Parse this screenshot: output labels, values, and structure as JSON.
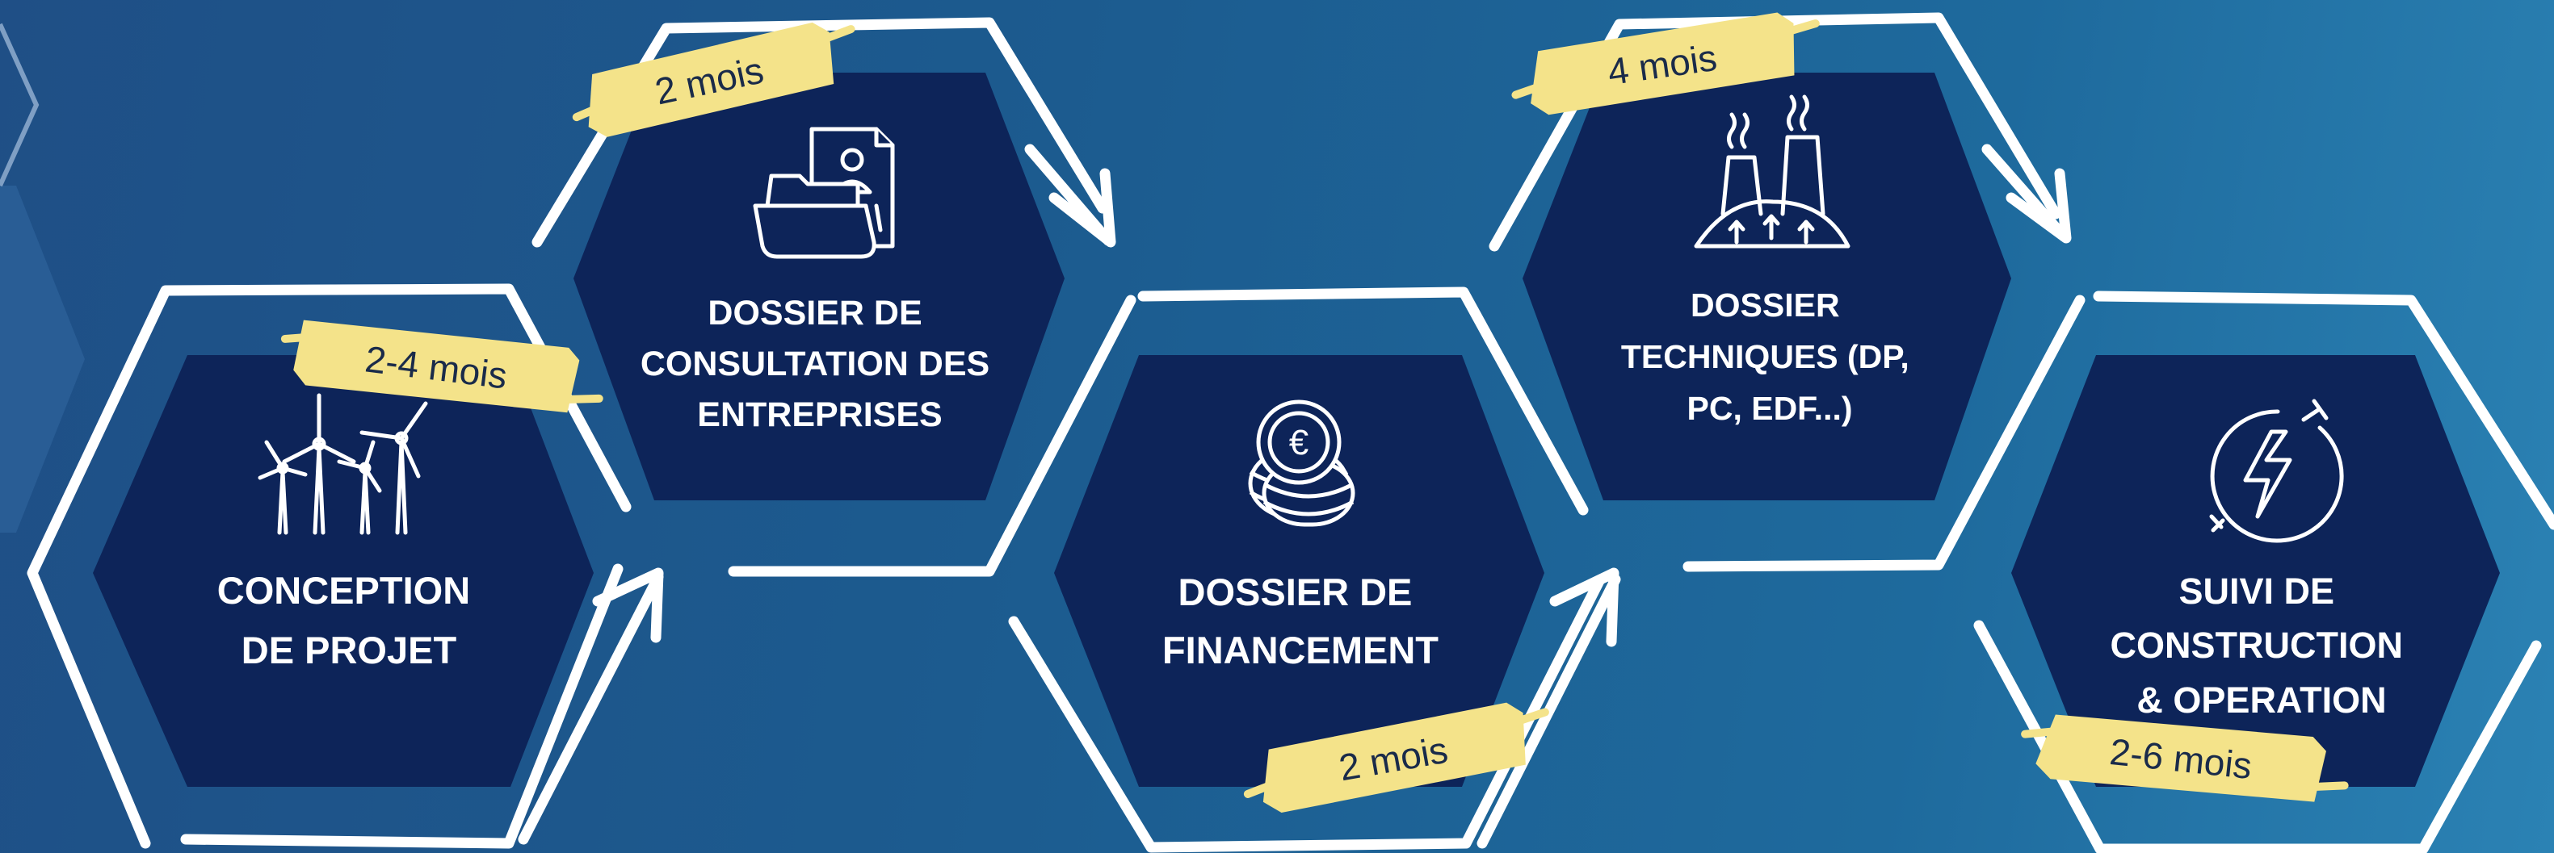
{
  "diagram": {
    "colors": {
      "background_start": "#1f4f86",
      "background_end": "#2b82b4",
      "hexagon_fill": "#0d2459",
      "outline": "#ffffff",
      "highlight": "#f4e38a"
    },
    "steps": [
      {
        "lines": [
          "CONCEPTION",
          "DE PROJET"
        ],
        "icon": "wind-turbine-icon",
        "duration": "2-4 mois"
      },
      {
        "lines": [
          "DOSSIER DE",
          "CONSULTATION DES",
          "ENTREPRISES"
        ],
        "icon": "folder-document-icon",
        "duration": "2 mois"
      },
      {
        "lines": [
          "DOSSIER DE",
          "FINANCEMENT"
        ],
        "icon": "euro-coins-icon",
        "duration": "2 mois"
      },
      {
        "lines": [
          "DOSSIER",
          "TECHNIQUES (DP,",
          "PC, EDF...)"
        ],
        "icon": "power-plant-icon",
        "duration": "4 mois"
      },
      {
        "lines": [
          "SUIVI DE",
          "CONSTRUCTION",
          "& OPERATION"
        ],
        "icon": "electric-plug-icon",
        "duration": "2-6 mois"
      }
    ]
  }
}
